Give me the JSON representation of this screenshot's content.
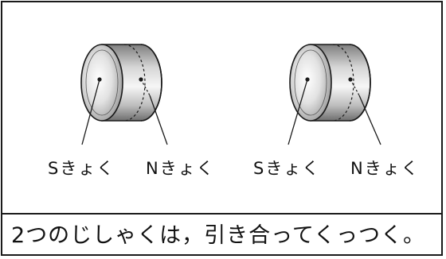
{
  "magnets": [
    {
      "left_label": "Sきょく",
      "right_label": "Nきょく"
    },
    {
      "left_label": "Sきょく",
      "right_label": "Nきょく"
    }
  ],
  "caption": "2つのじしゃくは，引き合ってくっつく。",
  "colors": {
    "border": "#1a1a1a",
    "metal_light": "#f4f4f4",
    "metal_dark": "#8c8c8c"
  }
}
